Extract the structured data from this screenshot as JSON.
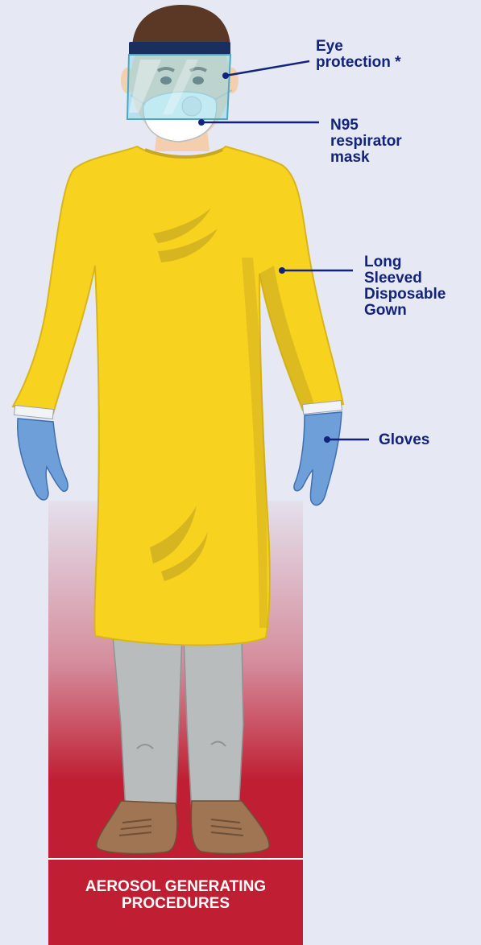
{
  "labels": {
    "eye_protection": [
      "Eye",
      "protection *"
    ],
    "n95": [
      "N95",
      "respirator",
      "mask"
    ],
    "gown": [
      "Long",
      "Sleeved",
      "Disposable",
      "Gown"
    ],
    "gloves": [
      "Gloves"
    ]
  },
  "banner": {
    "line1": "AEROSOL GENERATING",
    "line2": "PROCEDURES"
  },
  "colors": {
    "background": "#e6e8f4",
    "label_text": "#12237c",
    "gown": "#f7d320",
    "gown_shadow": "#c9a821",
    "gloves": "#6f9fd8",
    "banner": "#c01e32",
    "pants": "#b9bcbd",
    "shoes": "#a07554"
  }
}
